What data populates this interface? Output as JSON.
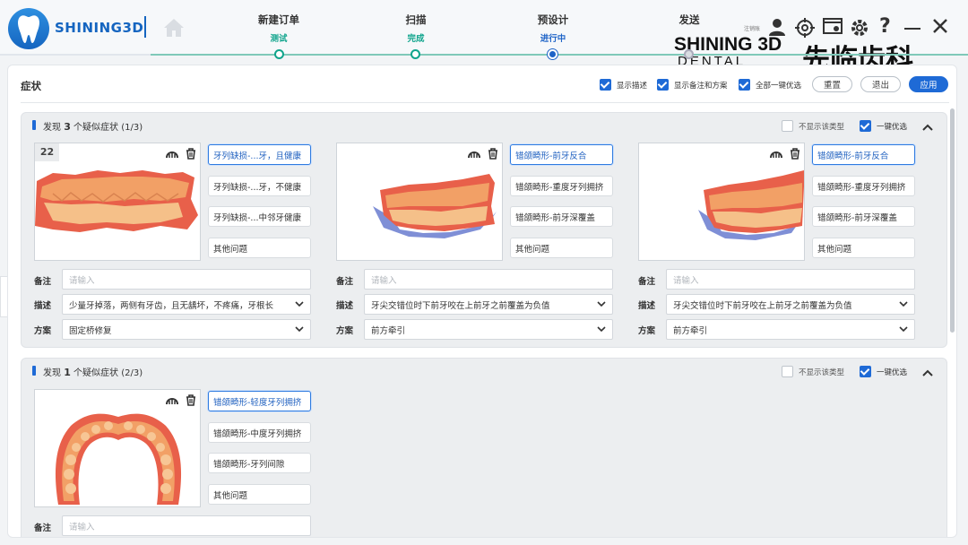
{
  "app": {
    "logo_text": "SHINING3D",
    "user_label": "注销账"
  },
  "steps": [
    {
      "title": "新建订单",
      "status": "测试",
      "status_color": "#0fa48c"
    },
    {
      "title": "扫描",
      "status": "完成",
      "status_color": "#0fa48c"
    },
    {
      "title": "预设计",
      "status": "进行中",
      "status_color": "#1e63c7"
    },
    {
      "title": "发送",
      "status": "",
      "status_color": "#999999"
    }
  ],
  "watermark": {
    "line1": "SHINING 3D",
    "line2": "DENTAL",
    "cn": "先临齿科"
  },
  "panel": {
    "title": "症状",
    "options": [
      "显示描述",
      "显示备注和方案",
      "全部一键优选"
    ],
    "buttons": {
      "reset": "重置",
      "exit": "退出",
      "apply": "应用"
    }
  },
  "groups": [
    {
      "prefix": "发现",
      "count": "3",
      "suffix": "个疑似症状 (1/3)",
      "hide_label": "不显示该类型",
      "auto_label": "一键优选",
      "cards": [
        {
          "num": "22",
          "tags": [
            "牙列缺损-...牙，且健康",
            "牙列缺损-...牙，不健康",
            "牙列缺损-...中邻牙健康",
            "其他问题"
          ],
          "labels": {
            "note": "备注",
            "desc": "描述",
            "plan": "方案"
          },
          "note_placeholder": "请输入",
          "desc": "少量牙掉落，两侧有牙齿，且无龋坏，不疼痛，牙根长",
          "plan": "固定桥修复"
        },
        {
          "num": "",
          "tags": [
            "错颌畸形-前牙反合",
            "错颌畸形-重度牙列拥挤",
            "错颌畸形-前牙深覆盖",
            "其他问题"
          ],
          "labels": {
            "note": "备注",
            "desc": "描述",
            "plan": "方案"
          },
          "note_placeholder": "请输入",
          "desc": "牙尖交错位时下前牙咬在上前牙之前覆盖为负值",
          "plan": "前方牵引"
        },
        {
          "num": "",
          "tags": [
            "错颌畸形-前牙反合",
            "错颌畸形-重度牙列拥挤",
            "错颌畸形-前牙深覆盖",
            "其他问题"
          ],
          "labels": {
            "note": "备注",
            "desc": "描述",
            "plan": "方案"
          },
          "note_placeholder": "请输入",
          "desc": "牙尖交错位时下前牙咬在上前牙之前覆盖为负值",
          "plan": "前方牵引"
        }
      ]
    },
    {
      "prefix": "发现",
      "count": "1",
      "suffix": "个疑似症状 (2/3)",
      "hide_label": "不显示该类型",
      "auto_label": "一键优选",
      "cards": [
        {
          "tags": [
            "错颌畸形-轻度牙列拥挤",
            "错颌畸形-中度牙列拥挤",
            "错颌畸形-牙列间隙",
            "其他问题"
          ],
          "labels": {
            "note": "备注"
          },
          "note_placeholder": "请输入"
        }
      ]
    }
  ],
  "colors": {
    "accent": "#1e6ad6",
    "green": "#0fa48c",
    "tooth": "#f2a066",
    "gum": "#e8604a",
    "base": "#7f8fd6"
  }
}
